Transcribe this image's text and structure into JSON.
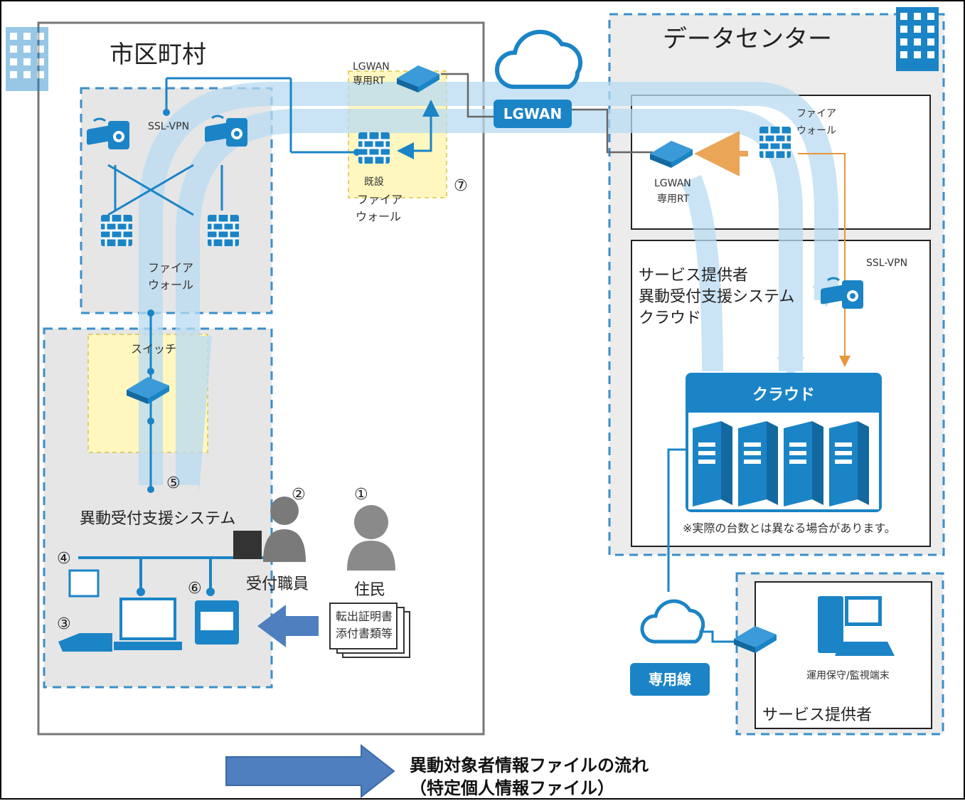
{
  "municipality": {
    "title": "市区町村"
  },
  "datacenter": {
    "title": "データセンター"
  },
  "network": {
    "lgwan_cloud_label": "LGWAN",
    "lgwan_rt_left_line1": "LGWAN",
    "lgwan_rt_left_line2": "専用RT",
    "lgwan_rt_right_line1": "LGWAN",
    "lgwan_rt_right_line2": "専用RT",
    "existing_fw_line1": "既設",
    "existing_fw_line2": "ファイア",
    "existing_fw_line3": "ウォール",
    "dc_fw_line1": "ファイア",
    "dc_fw_line2": "ウォール",
    "ssl_vpn_left": "SSL-VPN",
    "ssl_vpn_right": "SSL-VPN",
    "muni_fw_line1": "ファイア",
    "muni_fw_line2": "ウォール",
    "switch_label": "スイッチ",
    "dedicated_line": "専用線"
  },
  "service_cloud": {
    "title_line1": "サービス提供者",
    "title_line2": "異動受付支援システム",
    "title_line3": "クラウド",
    "cloud_box_label": "クラウド",
    "note": "※実際の台数とは異なる場合があります。"
  },
  "provider": {
    "terminal_label": "運用保守/監視端末",
    "title": "サービス提供者"
  },
  "system": {
    "title": "異動受付支援システム",
    "num_1": "①",
    "num_2": "②",
    "num_3": "③",
    "num_4": "④",
    "num_5": "⑤",
    "num_6": "⑥",
    "num_7": "⑦",
    "clerk_label": "受付職員",
    "resident_label": "住民",
    "document_line1": "転出証明書",
    "document_line2": "添付書類等"
  },
  "legend": {
    "line1": "異動対象者情報ファイルの流れ",
    "line2": "（特定個人情報ファイル）"
  },
  "colors": {
    "primary_blue": "#1b84c6",
    "light_blue": "#b9dcf2",
    "dashed_border": "#3a8fc9",
    "gray_bg": "#e6e6e6",
    "yellow_zone": "#fff7bf",
    "legend_arrow": "#4f7fbf",
    "orange_line": "#e8963a"
  }
}
